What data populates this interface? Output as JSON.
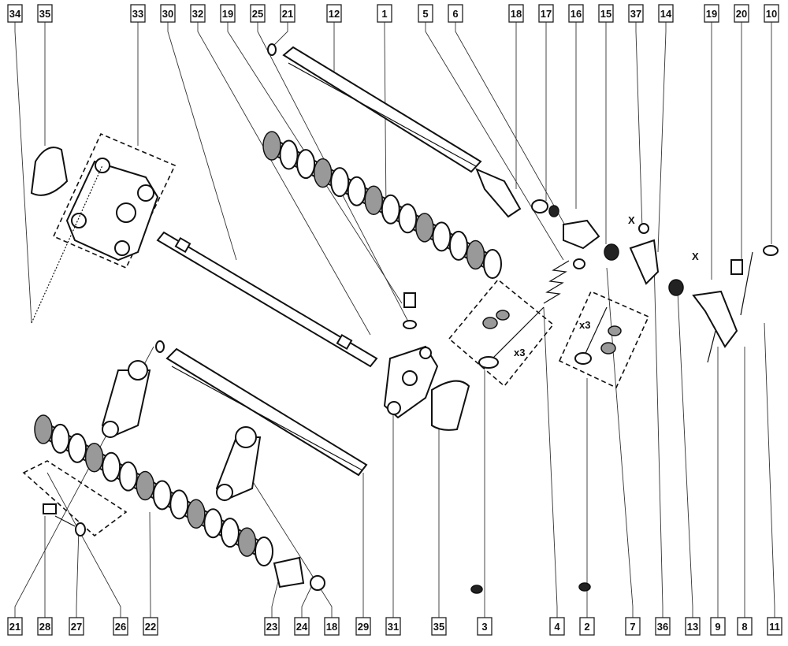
{
  "diagram": {
    "top_callouts": [
      "34",
      "35",
      "33",
      "30",
      "32",
      "19",
      "25",
      "21",
      "12",
      "1",
      "5",
      "6",
      "18",
      "17",
      "16",
      "15",
      "37",
      "14",
      "19",
      "20",
      "10"
    ],
    "bottom_callouts": [
      "21",
      "28",
      "27",
      "26",
      "22",
      "23",
      "24",
      "18",
      "29",
      "31",
      "35",
      "3",
      "4",
      "2",
      "7",
      "36",
      "13",
      "9",
      "8",
      "11"
    ],
    "annotations": {
      "qty_intake": "x3",
      "qty_exhaust": "x3",
      "shim_x_left": "X",
      "shim_x_right": "X"
    }
  }
}
